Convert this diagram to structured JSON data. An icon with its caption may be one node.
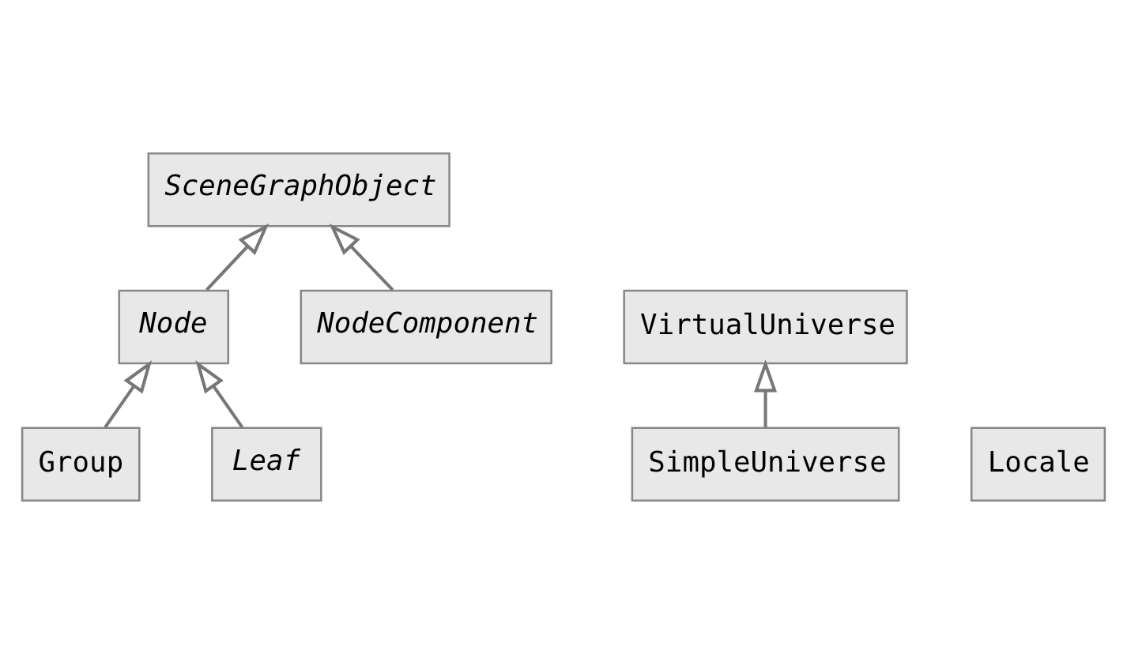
{
  "diagram": {
    "nodes": [
      {
        "text": [
          "SceneGraphObject"
        ]
      },
      {
        "text": [
          "Node"
        ]
      },
      {
        "text": [
          "Group"
        ]
      },
      {
        "text": [
          "Leaf"
        ]
      },
      {
        "text": [
          "NodeComponent"
        ]
      },
      {
        "text": [
          "VirtualUniverse"
        ]
      },
      {
        "text": [
          "SimpleUniverse"
        ]
      },
      {
        "text": [
          "Locale"
        ]
      }
    ],
    "edges": [
      {
        "from": 1,
        "to": 0,
        "arrow": "to"
      },
      {
        "from": 4,
        "to": 0,
        "arrow": "to"
      },
      {
        "from": 2,
        "to": 1,
        "arrow": "to"
      },
      {
        "from": 3,
        "to": 1,
        "arrow": "to"
      },
      {
        "from": 6,
        "to": 5,
        "arrow": "to"
      }
    ]
  }
}
